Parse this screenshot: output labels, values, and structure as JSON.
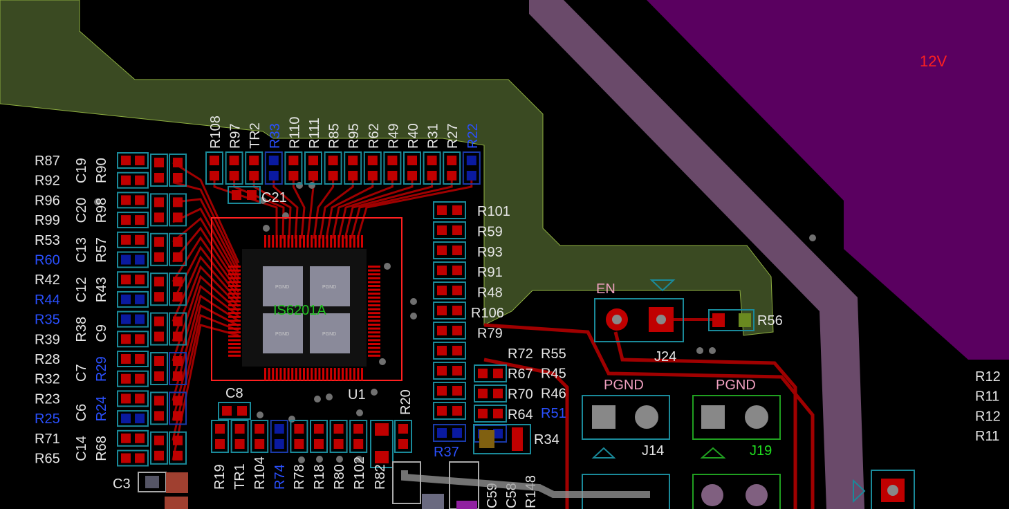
{
  "colors": {
    "background": "#000000",
    "pour_green": "#3a4a22",
    "pour_purple": "#5a0060",
    "keepout_pink": "#6a4a6a",
    "copper": "#b00000",
    "pad": "#c00000",
    "silk": "#e6e6e6",
    "outline": "#1a8a9a",
    "blue_label": "#2040ff",
    "green_label": "#20c020",
    "pink_label": "#f0a0c0",
    "net_label": "#ff2020"
  },
  "net_label": "12V",
  "chip": {
    "ref": "U1",
    "value": "IS6201A",
    "pad_label": "PGND"
  },
  "left_labels": [
    {
      "t": "R87",
      "c": "silk"
    },
    {
      "t": "R92",
      "c": "silk"
    },
    {
      "t": "R96",
      "c": "silk"
    },
    {
      "t": "R99",
      "c": "silk"
    },
    {
      "t": "R53",
      "c": "silk"
    },
    {
      "t": "R60",
      "c": "blue"
    },
    {
      "t": "R42",
      "c": "silk"
    },
    {
      "t": "R44",
      "c": "blue"
    },
    {
      "t": "R35",
      "c": "blue"
    },
    {
      "t": "R39",
      "c": "silk"
    },
    {
      "t": "R28",
      "c": "silk"
    },
    {
      "t": "R32",
      "c": "silk"
    },
    {
      "t": "R23",
      "c": "silk"
    },
    {
      "t": "R25",
      "c": "blue"
    },
    {
      "t": "R71",
      "c": "silk"
    },
    {
      "t": "R65",
      "c": "silk"
    }
  ],
  "left_vertical_labels": [
    {
      "a": "C19",
      "b": "R90",
      "bc": "silk"
    },
    {
      "a": "C20",
      "b": "R98",
      "bc": "silk"
    },
    {
      "a": "C13",
      "b": "R57",
      "bc": "silk"
    },
    {
      "a": "C12",
      "b": "R43",
      "bc": "silk"
    },
    {
      "a": "R38",
      "b": "C9",
      "bc": "silk"
    },
    {
      "a": "C7",
      "b": "R29",
      "bc": "blue"
    },
    {
      "a": "C6",
      "b": "R24",
      "bc": "blue"
    },
    {
      "a": "C14",
      "b": "R68",
      "bc": "silk"
    }
  ],
  "top_labels": [
    {
      "t": "R108",
      "c": "silk"
    },
    {
      "t": "R97",
      "c": "silk"
    },
    {
      "t": "TR2",
      "c": "silk"
    },
    {
      "t": "R33",
      "c": "blue"
    },
    {
      "t": "R110",
      "c": "silk"
    },
    {
      "t": "R111",
      "c": "silk"
    },
    {
      "t": "R85",
      "c": "silk"
    },
    {
      "t": "R95",
      "c": "silk"
    },
    {
      "t": "R62",
      "c": "silk"
    },
    {
      "t": "R49",
      "c": "silk"
    },
    {
      "t": "R40",
      "c": "silk"
    },
    {
      "t": "R31",
      "c": "silk"
    },
    {
      "t": "R27",
      "c": "silk"
    },
    {
      "t": "R22",
      "c": "blue"
    }
  ],
  "right_labels": [
    {
      "t": "R101",
      "c": "silk"
    },
    {
      "t": "R59",
      "c": "silk"
    },
    {
      "t": "R93",
      "c": "silk"
    },
    {
      "t": "R91",
      "c": "silk"
    },
    {
      "t": "R48",
      "c": "silk"
    },
    {
      "t": "R106",
      "c": "silk"
    },
    {
      "t": "R79",
      "c": "silk"
    },
    {
      "t": "R72",
      "c": "silk"
    },
    {
      "t": "R67",
      "c": "silk"
    },
    {
      "t": "R70",
      "c": "silk"
    },
    {
      "t": "R64",
      "c": "silk"
    }
  ],
  "right_labels_2": [
    {
      "t": "R55",
      "c": "silk"
    },
    {
      "t": "R45",
      "c": "silk"
    },
    {
      "t": "R46",
      "c": "silk"
    },
    {
      "t": "R51",
      "c": "blue"
    }
  ],
  "bottom_labels": [
    {
      "t": "R19",
      "c": "silk"
    },
    {
      "t": "TR1",
      "c": "silk"
    },
    {
      "t": "R104",
      "c": "silk"
    },
    {
      "t": "R74",
      "c": "blue"
    },
    {
      "t": "R78",
      "c": "silk"
    },
    {
      "t": "R18",
      "c": "silk"
    },
    {
      "t": "R80",
      "c": "silk"
    },
    {
      "t": "R102",
      "c": "silk"
    },
    {
      "t": "R82",
      "c": "silk"
    },
    {
      "t": "C59",
      "c": "silk"
    },
    {
      "t": "C58",
      "c": "silk"
    },
    {
      "t": "R148",
      "c": "silk"
    }
  ],
  "misc": {
    "c21": "C21",
    "c8": "C8",
    "r20": "R20",
    "c3": "C3",
    "r34": "R34",
    "r37": "R37",
    "en": "EN",
    "j24": "J24",
    "r56": "R56",
    "pgnd1": "PGND",
    "pgnd2": "PGND",
    "j14": "J14",
    "j19": "J19"
  },
  "edge_labels": [
    "R12",
    "R11",
    "R12",
    "R11"
  ]
}
